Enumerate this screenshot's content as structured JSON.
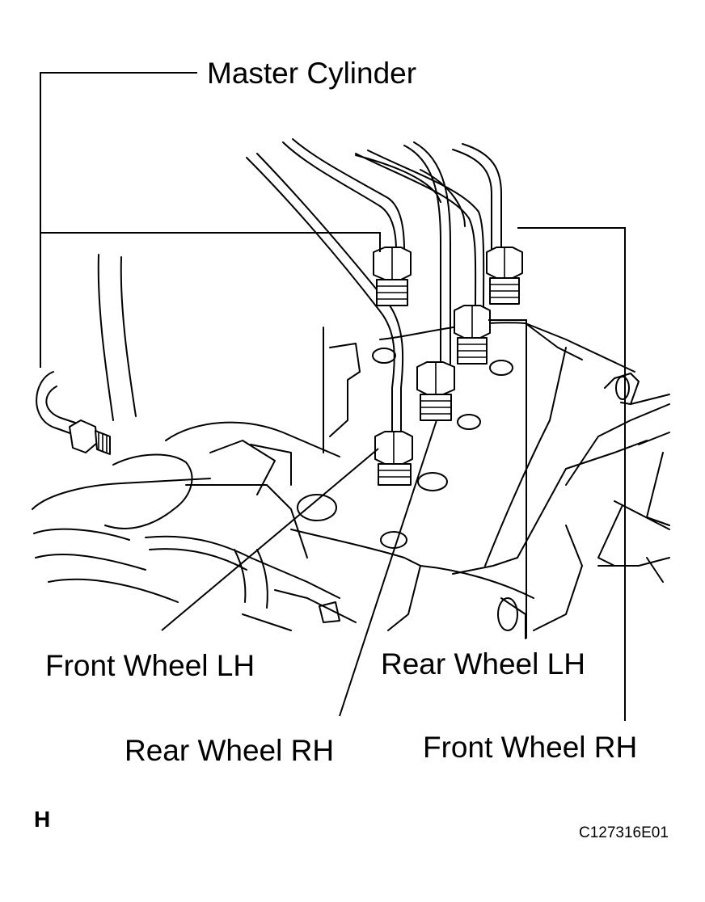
{
  "labels": {
    "master_cylinder": "Master Cylinder",
    "front_wheel_lh": "Front Wheel LH",
    "rear_wheel_lh": "Rear Wheel LH",
    "rear_wheel_rh": "Rear Wheel RH",
    "front_wheel_rh": "Front Wheel RH"
  },
  "view_letter": "H",
  "figure_code": "C127316E01"
}
